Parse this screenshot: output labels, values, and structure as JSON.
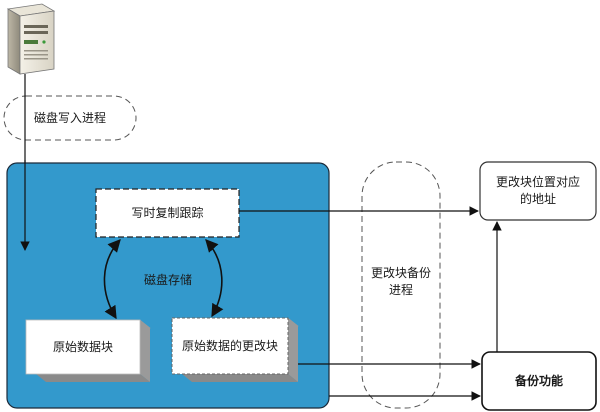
{
  "nodes": {
    "disk_write_process": "磁盘写入进程",
    "copy_on_write_tracking": "写时复制跟踪",
    "disk_storage": "磁盘存储",
    "original_data_block": "原始数据块",
    "original_data_changed_block": "原始数据的更改块",
    "changed_block_backup_process_line1": "更改块备份",
    "changed_block_backup_process_line2": "进程",
    "changed_block_address_line1": "更改块位置对应",
    "changed_block_address_line2": "的地址",
    "backup_function": "备份功能"
  },
  "colors": {
    "storage_fill": "#3399cc",
    "storage_stroke": "#1b2a3a",
    "line": "#111111",
    "dash": "#555555"
  }
}
